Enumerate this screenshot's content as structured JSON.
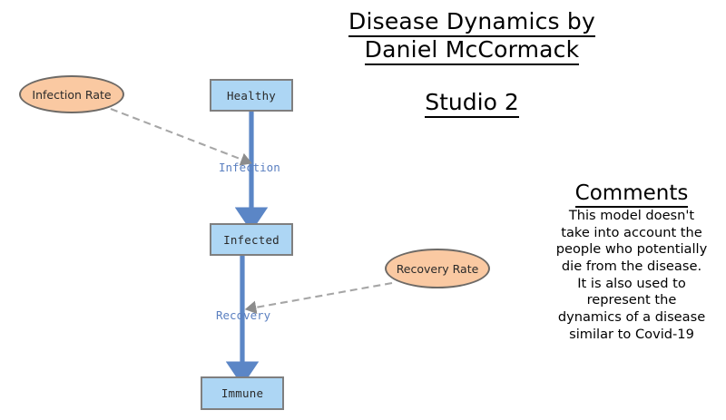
{
  "title": {
    "line1": "Disease Dynamics by",
    "line2": "Daniel McCormack",
    "subtitle": "Studio 2"
  },
  "comments": {
    "heading": "Comments",
    "body": "This model doesn't\ntake into account the\npeople who potentially\ndie from the disease.\nIt is also used to\nrepresent the\ndynamics of a disease\nsimilar to Covid-19"
  },
  "diagram": {
    "stocks": [
      {
        "id": "healthy",
        "label": "Healthy"
      },
      {
        "id": "infected",
        "label": "Infected"
      },
      {
        "id": "immune",
        "label": "Immune"
      }
    ],
    "rates": [
      {
        "id": "infection-rate",
        "label": "Infection Rate"
      },
      {
        "id": "recovery-rate",
        "label": "Recovery Rate"
      }
    ],
    "flows": [
      {
        "id": "infection",
        "label": "Infection",
        "from": "healthy",
        "to": "infected"
      },
      {
        "id": "recovery",
        "label": "Recovery",
        "from": "infected",
        "to": "immune"
      }
    ],
    "links": [
      {
        "id": "infection-rate-link",
        "from": "infection-rate",
        "to": "infection",
        "style": "dashed"
      },
      {
        "id": "recovery-rate-link",
        "from": "recovery-rate",
        "to": "recovery",
        "style": "dashed"
      }
    ]
  },
  "colors": {
    "stock_fill": "#ADD6F4",
    "stock_border": "#7F7F7F",
    "rate_fill": "#FAC9A2",
    "rate_border": "#6E6A66",
    "flow_arrow": "#5B86C6",
    "flow_label": "#5A7FC0",
    "link_dash": "#A6A6A6",
    "text": "#000000",
    "background": "#FFFFFF"
  }
}
